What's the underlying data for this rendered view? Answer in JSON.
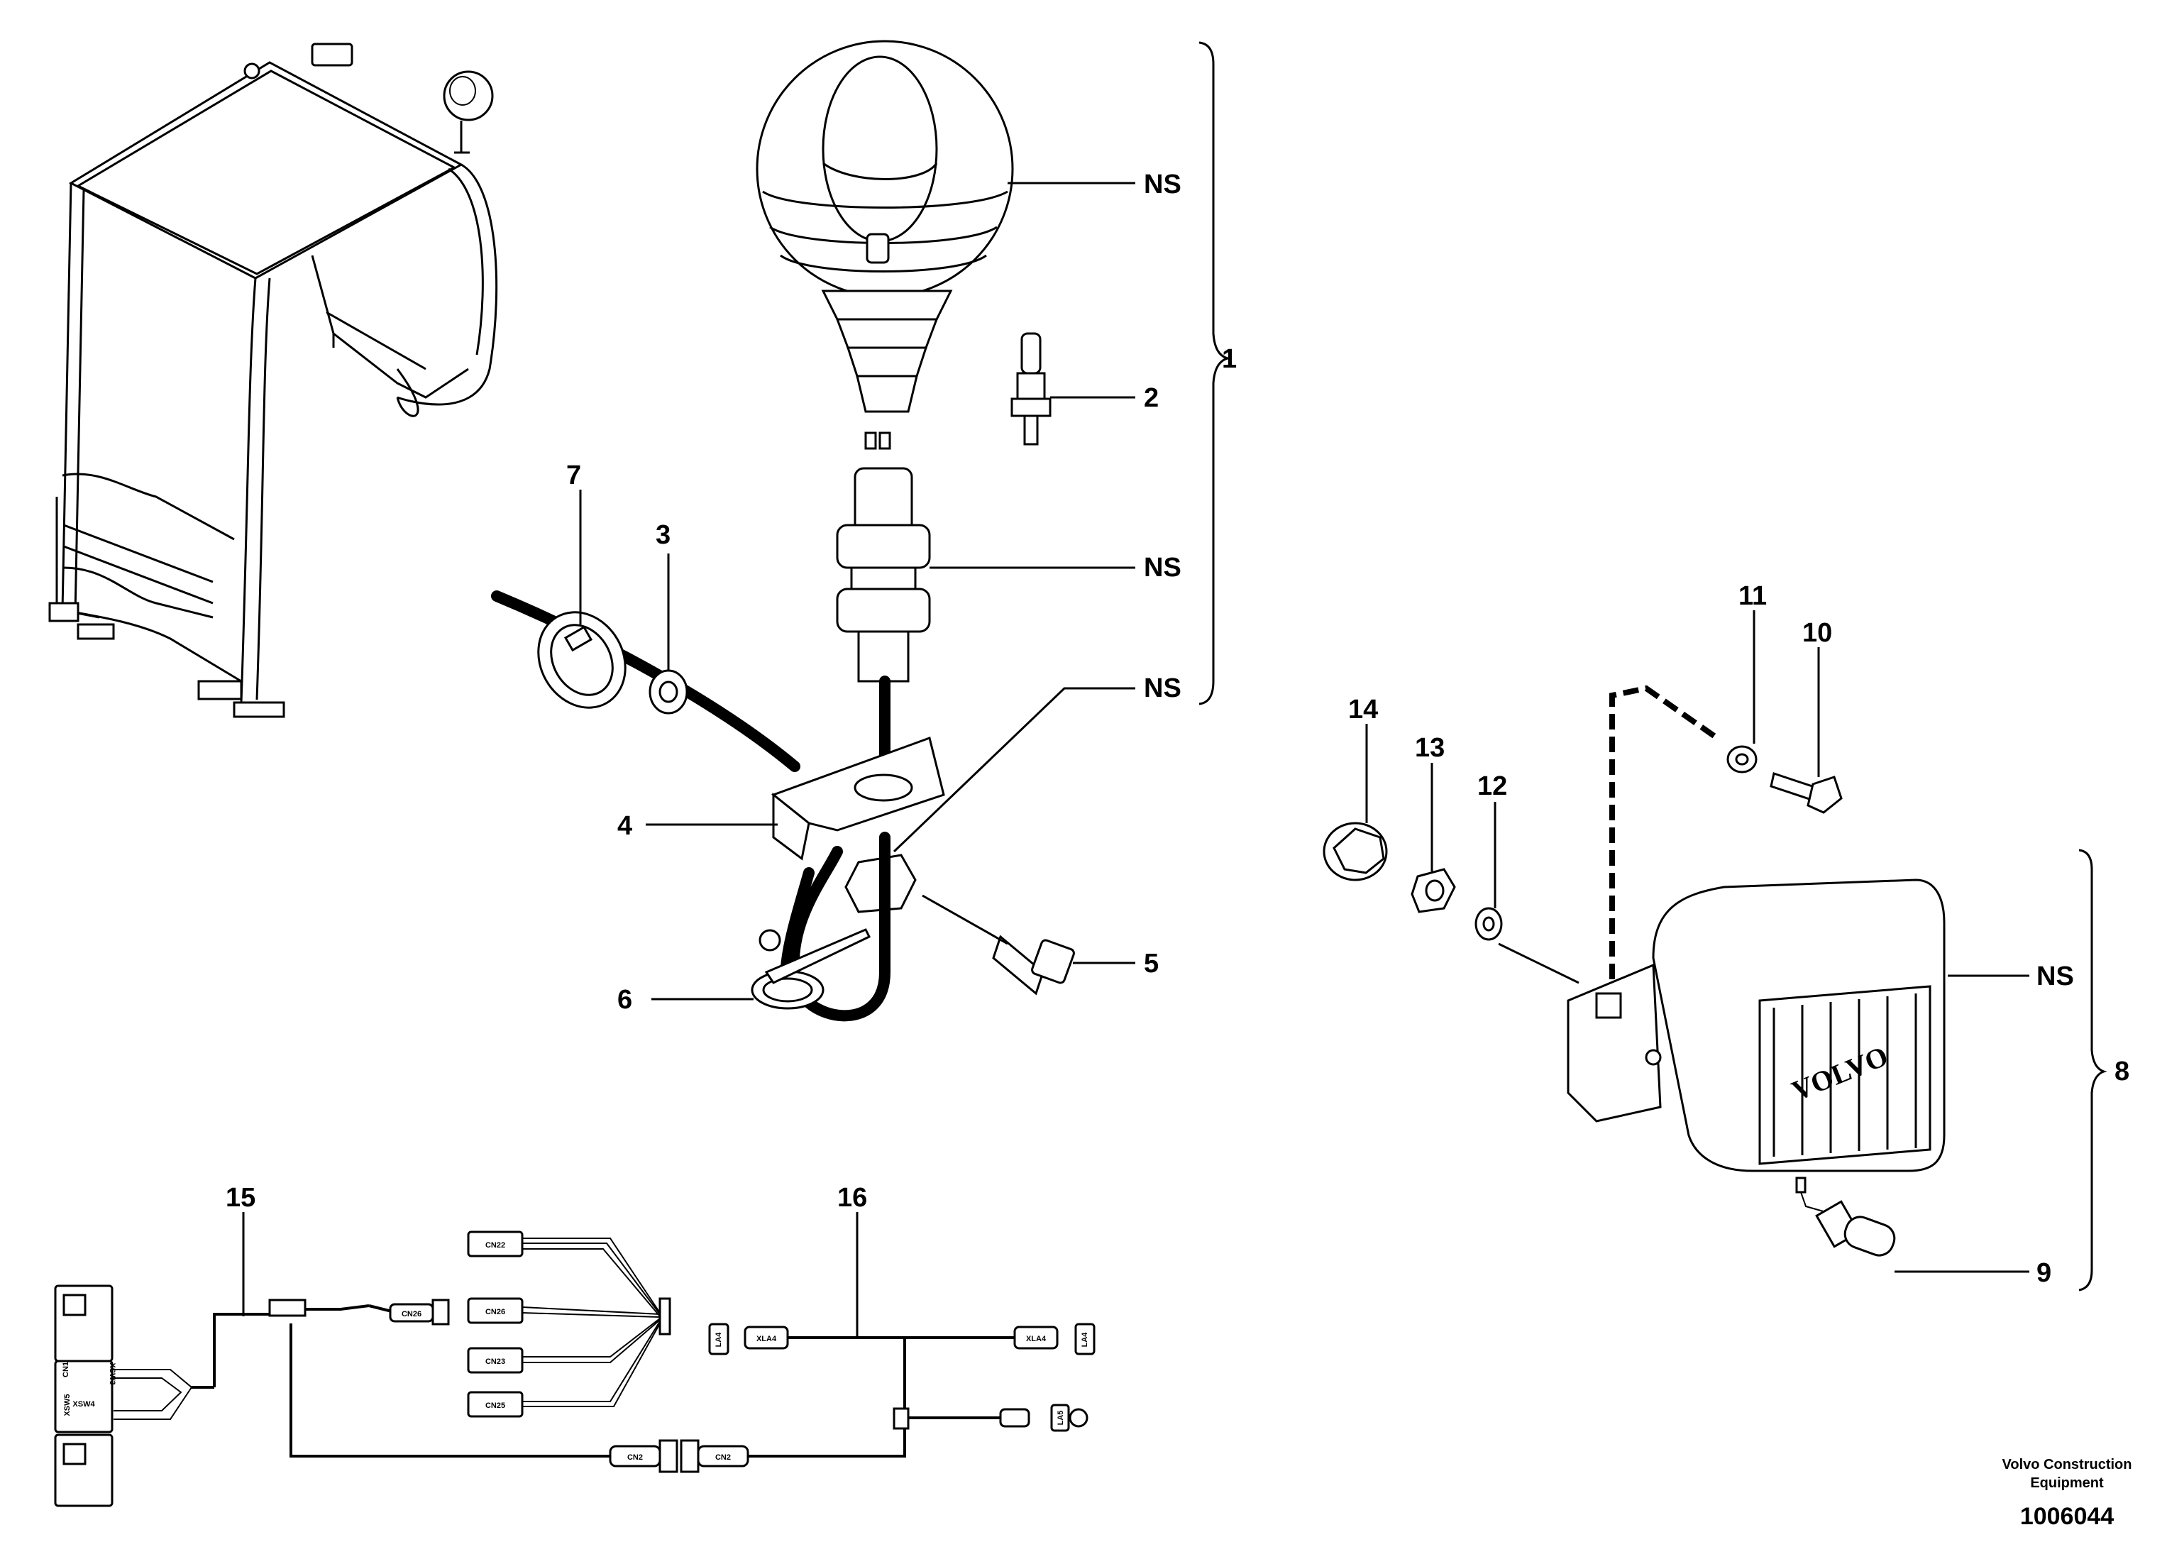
{
  "callouts": {
    "c1": "1",
    "c2": "2",
    "c3": "3",
    "c4": "4",
    "c5": "5",
    "c6": "6",
    "c7": "7",
    "c8": "8",
    "c9": "9",
    "c10": "10",
    "c11": "11",
    "c12": "12",
    "c13": "13",
    "c14": "14",
    "c15": "15",
    "c16": "16",
    "ns_beacon": "NS",
    "ns_mount": "NS",
    "ns_nut": "NS",
    "ns_worklamp": "NS"
  },
  "harness15": {
    "connectors": [
      "CN22",
      "CN26",
      "CN23",
      "CN25",
      "CN26",
      "CN2"
    ],
    "switches": [
      "XSW3",
      "XSW4",
      "XSW5",
      "CN1"
    ]
  },
  "harness16": {
    "connectors": [
      "LA4",
      "XLA4",
      "XLA4",
      "LA4",
      "LA5",
      "CN2"
    ]
  },
  "lamp_brand": "VOLVO",
  "footer": {
    "company": "Volvo Construction Equipment",
    "company_line1": "Volvo Construction",
    "company_line2": "Equipment",
    "doc_number": "1006044"
  }
}
